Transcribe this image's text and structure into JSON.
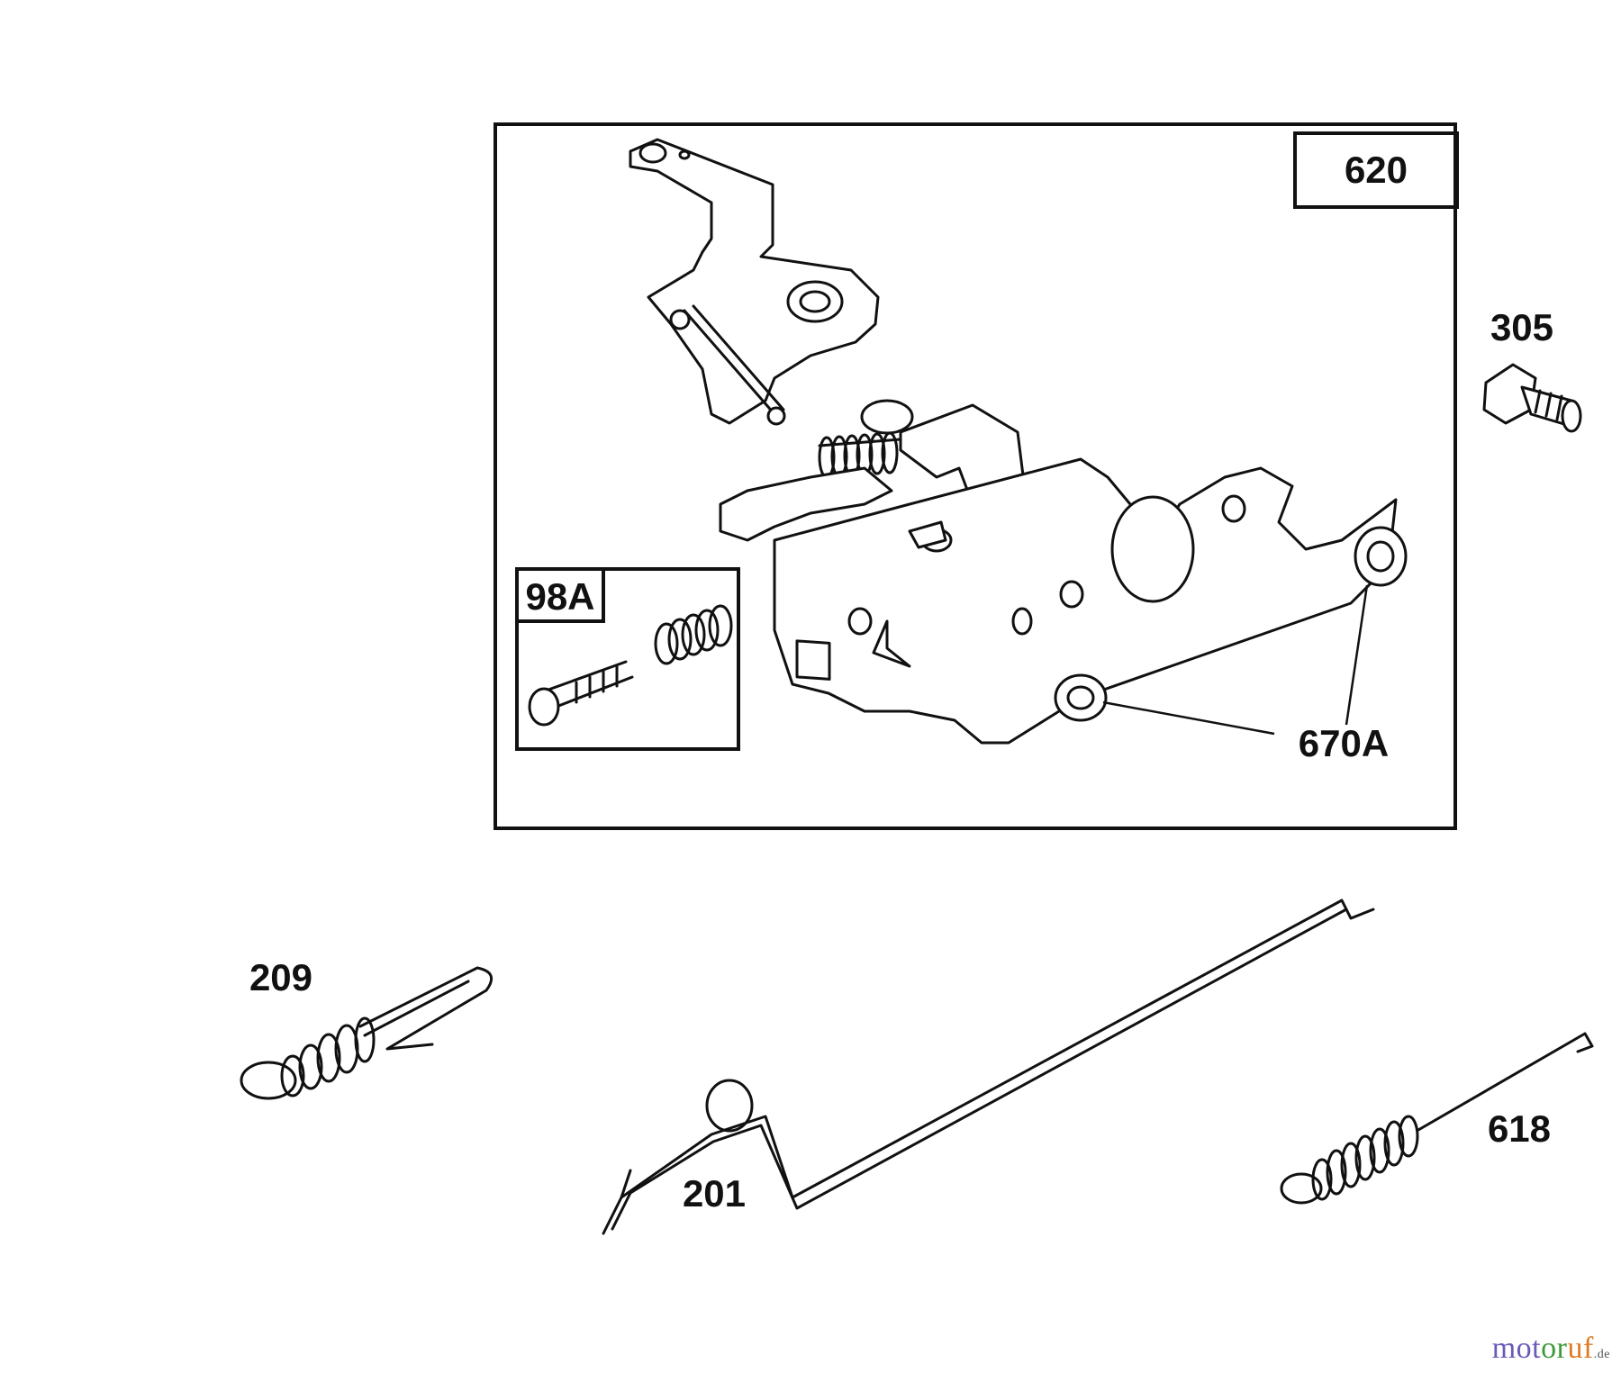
{
  "labels": {
    "p620": "620",
    "p305": "305",
    "p98a": "98A",
    "p670a": "670A",
    "p209": "209",
    "p201": "201",
    "p618": "618"
  },
  "watermark": {
    "a": "mot",
    "b": "or",
    "c": "uf",
    "d": ".de"
  }
}
